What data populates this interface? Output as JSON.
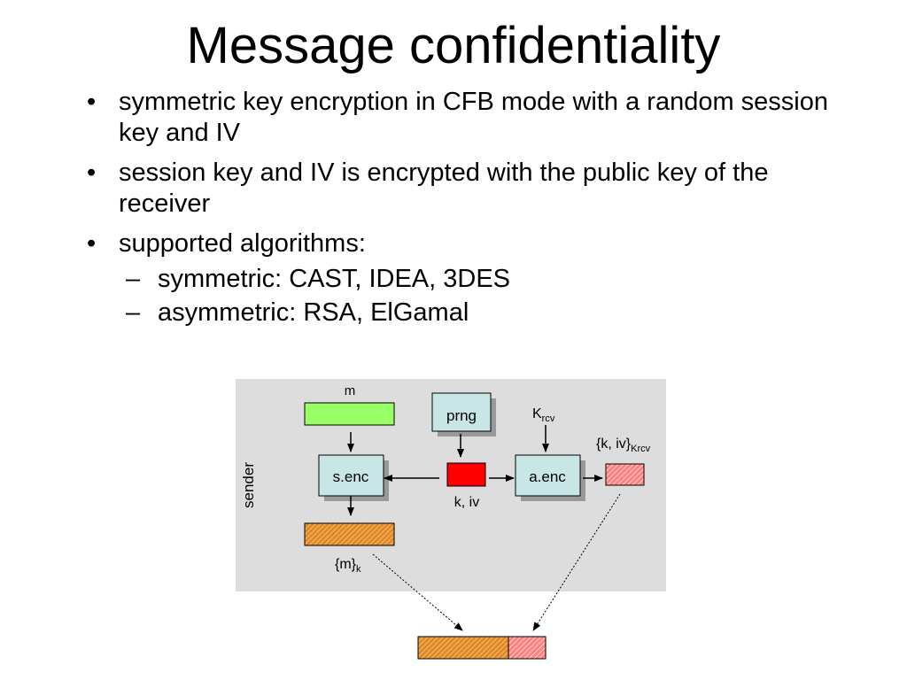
{
  "title": "Message confidentiality",
  "bullets": [
    "symmetric key encryption in CFB mode with a random session key and IV",
    "session key and IV is encrypted with the public key of the receiver",
    "supported algorithms:"
  ],
  "sub_bullets": [
    "symmetric: CAST, IDEA, 3DES",
    "asymmetric: RSA, ElGamal"
  ],
  "bullet_mark": "•",
  "sub_bullet_mark": "–",
  "diagram": {
    "sender_label": "sender",
    "m_label": "m",
    "prng_label": "prng",
    "krcv_base": "K",
    "krcv_sub": "rcv",
    "senc_label": "s.enc",
    "aenc_label": "a.enc",
    "kiv_label": "k, iv",
    "enc_key_base": "{k, iv}",
    "enc_key_sub": "Krcv",
    "enc_msg_base": "{m}",
    "enc_msg_sub": "k",
    "colors": {
      "panel": "#dddddd",
      "box_fill": "#c8e6e6",
      "message": "#99ff66",
      "key": "#ff0000",
      "ciphertext": "#f0a040",
      "encrypted_key": "#ff8080"
    }
  }
}
